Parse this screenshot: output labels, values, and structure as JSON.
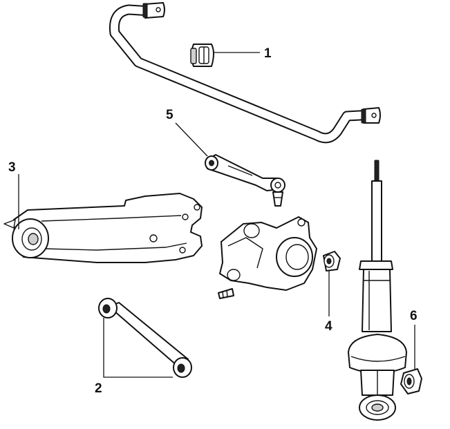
{
  "callouts": [
    {
      "id": "1",
      "label": "1",
      "part": "stabilizer-bushing"
    },
    {
      "id": "2",
      "label": "2",
      "part": "lower-link-bushings"
    },
    {
      "id": "3",
      "label": "3",
      "part": "trailing-arm-bushing"
    },
    {
      "id": "4",
      "label": "4",
      "part": "knuckle-bushing"
    },
    {
      "id": "5",
      "label": "5",
      "part": "upper-link-bushing"
    },
    {
      "id": "6",
      "label": "6",
      "part": "shock-absorber-lower-bushing"
    }
  ],
  "colors": {
    "line": "#111111",
    "background": "#ffffff",
    "shade": "#cfcfcf"
  }
}
